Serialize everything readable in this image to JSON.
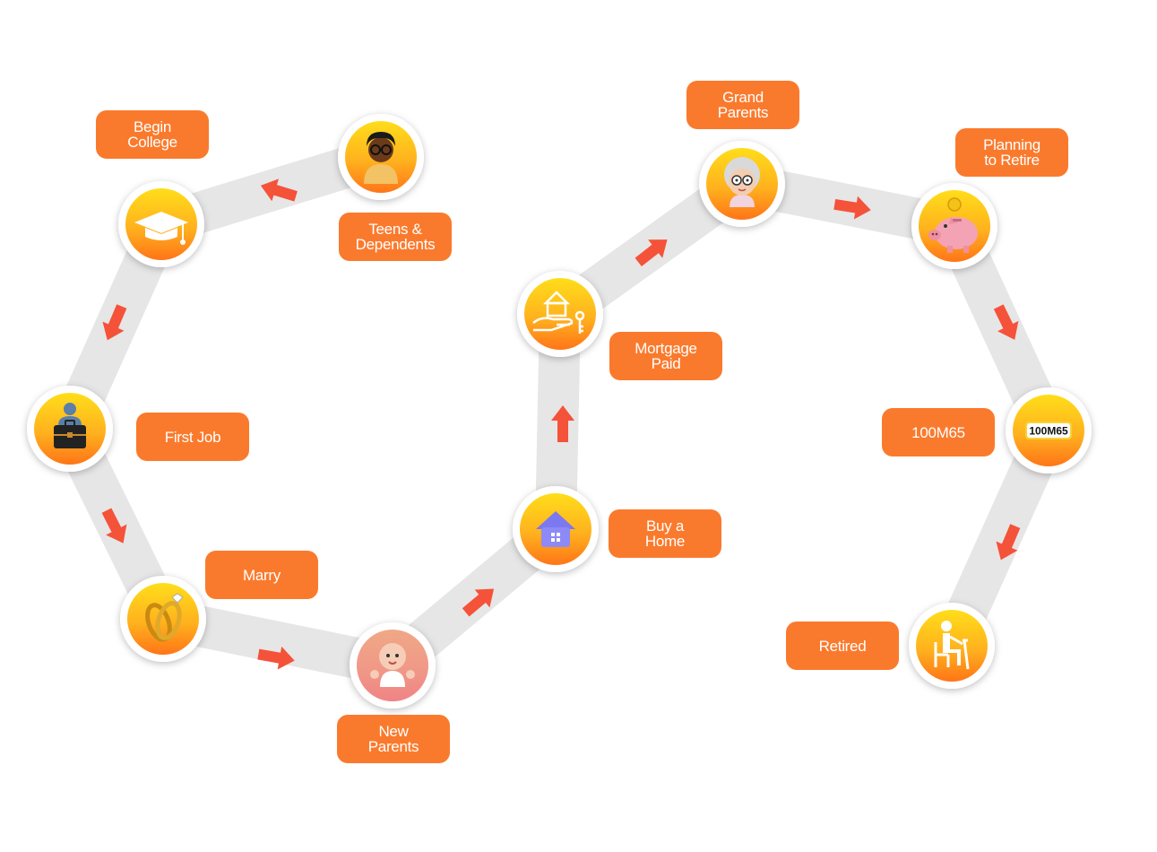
{
  "stages": [
    {
      "id": "teens",
      "label": "Teens &\nDependents",
      "icon": "teen-person-icon"
    },
    {
      "id": "college",
      "label": "Begin\nCollege",
      "icon": "graduation-cap-icon"
    },
    {
      "id": "first-job",
      "label": "First Job",
      "icon": "businessman-briefcase-icon"
    },
    {
      "id": "marry",
      "label": "Marry",
      "icon": "wedding-rings-icon"
    },
    {
      "id": "new-parents",
      "label": "New\nParents",
      "icon": "baby-icon"
    },
    {
      "id": "buy-home",
      "label": "Buy a\nHome",
      "icon": "house-icon"
    },
    {
      "id": "mortgage",
      "label": "Mortgage\nPaid",
      "icon": "house-key-hand-icon"
    },
    {
      "id": "grand-parents",
      "label": "Grand\nParents",
      "icon": "grandmother-icon"
    },
    {
      "id": "retire-plan",
      "label": "Planning\nto Retire",
      "icon": "piggy-bank-icon"
    },
    {
      "id": "100m65",
      "label": "100M65",
      "icon": "100m65-logo-icon"
    },
    {
      "id": "retired",
      "label": "Retired",
      "icon": "seated-person-cane-icon"
    }
  ],
  "logo_text": "100M65",
  "colors": {
    "label_bg": "#fa7a2d",
    "arrow": "#f5523a",
    "path": "#e6e6e6",
    "circle_top": "#ffd21a",
    "circle_bottom": "#ff7b1c"
  }
}
